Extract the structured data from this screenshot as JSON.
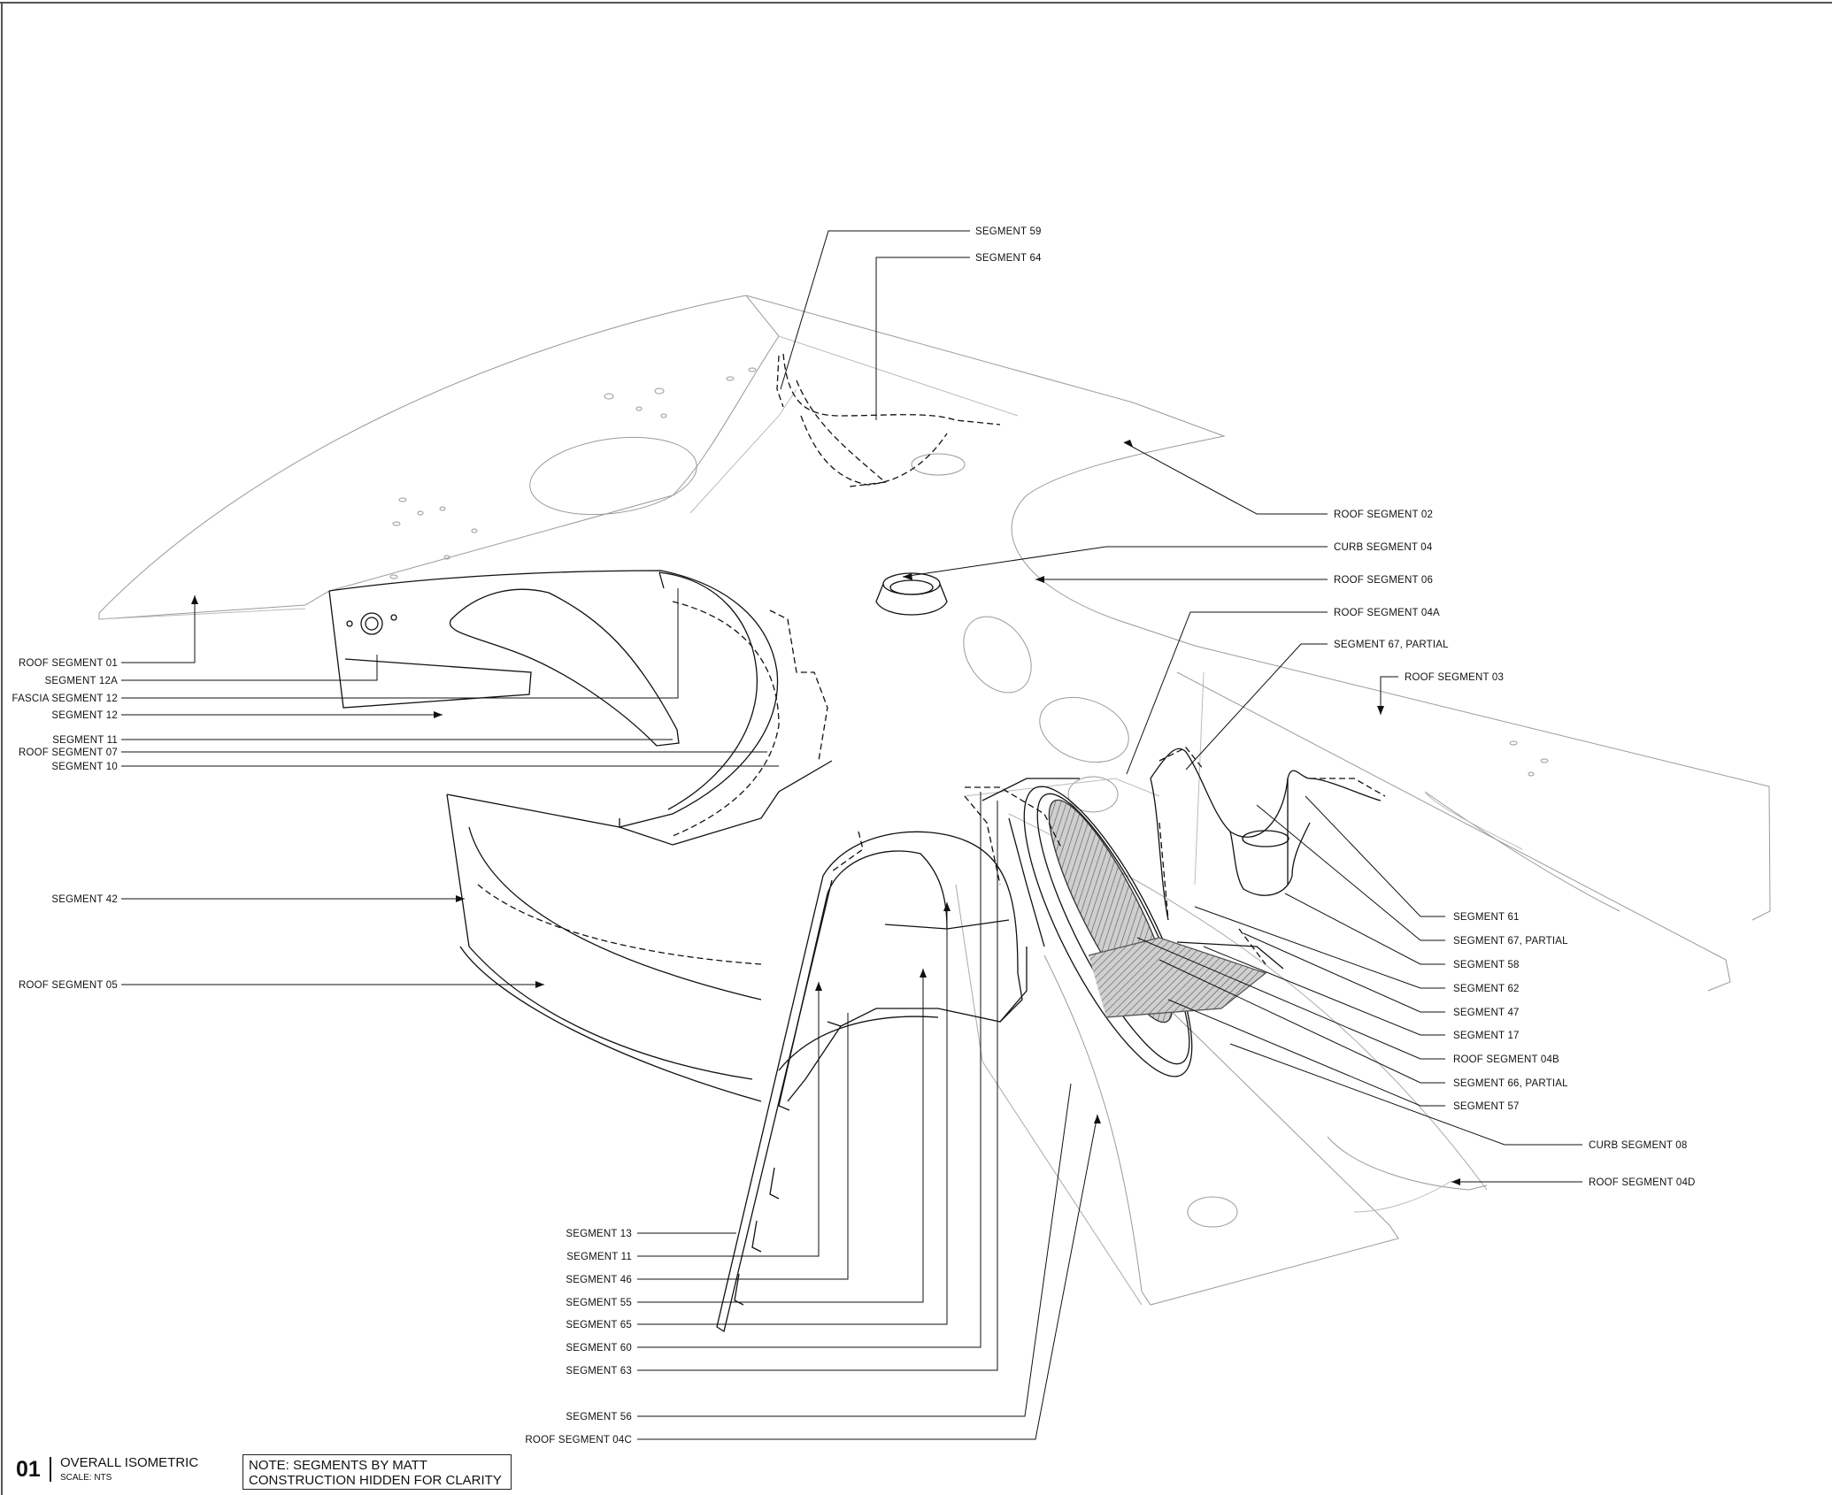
{
  "drawing": {
    "number": "01",
    "title": "OVERALL ISOMETRIC",
    "scale": "SCALE: NTS",
    "notes": [
      "NOTE: SEGMENTS BY MATT",
      "CONSTRUCTION HIDDEN FOR CLARITY"
    ]
  },
  "callouts": {
    "left": [
      "ROOF SEGMENT 01",
      "SEGMENT 12A",
      "FASCIA SEGMENT 12",
      "SEGMENT 12",
      "SEGMENT 11",
      "ROOF SEGMENT 07",
      "SEGMENT 10",
      "SEGMENT 42",
      "ROOF SEGMENT 05"
    ],
    "top": [
      "SEGMENT 59",
      "SEGMENT 64"
    ],
    "right_upper": [
      "ROOF SEGMENT 02",
      "CURB SEGMENT 04",
      "ROOF SEGMENT 06",
      "ROOF SEGMENT 04A",
      "SEGMENT 67, PARTIAL",
      "ROOF SEGMENT 03"
    ],
    "right_lower": [
      "SEGMENT 61",
      "SEGMENT 67, PARTIAL",
      "SEGMENT 58",
      "SEGMENT 62",
      "SEGMENT 47",
      "SEGMENT 17",
      "ROOF SEGMENT 04B",
      "SEGMENT 66, PARTIAL",
      "SEGMENT 57",
      "CURB SEGMENT 08",
      "ROOF SEGMENT 04D"
    ],
    "bottom": [
      "SEGMENT 13",
      "SEGMENT 11",
      "SEGMENT 46",
      "SEGMENT 55",
      "SEGMENT 65",
      "SEGMENT 60",
      "SEGMENT 63",
      "SEGMENT 56",
      "ROOF SEGMENT 04C"
    ]
  }
}
